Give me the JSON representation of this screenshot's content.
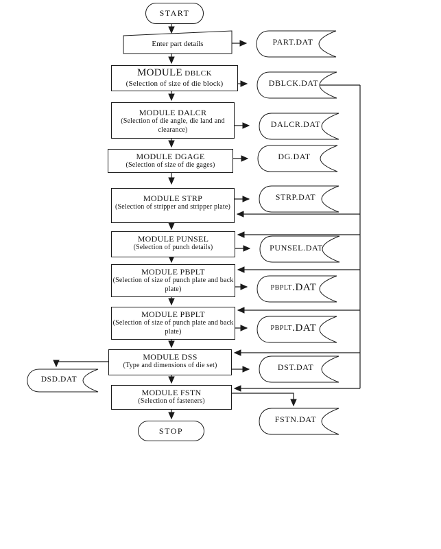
{
  "flowchart": {
    "start_label": "START",
    "stop_label": "STOP",
    "input_step": {
      "label": "Enter part details"
    },
    "modules": [
      {
        "word": "MODULE",
        "code": "DBLCK",
        "caption": "(Selection of size of die block)"
      },
      {
        "title": "MODULE DALCR",
        "caption": "(Selection of die angle, die land and clearance)"
      },
      {
        "title": "MODULE DGAGE",
        "caption": "(Selection of size of die gages)"
      },
      {
        "title": "MODULE STRP",
        "caption": "(Selection of stripper and stripper plate)"
      },
      {
        "title": "MODULE PUNSEL",
        "caption": "(Selection of punch details)"
      },
      {
        "title": "MODULE PBPLT",
        "caption": "(Selection of size of punch plate and back plate)"
      },
      {
        "title": "MODULE PBPLT",
        "caption": "(Selection of size of punch plate and back plate)"
      },
      {
        "title": "MODULE DSS",
        "caption": "(Type and dimensions of die set)"
      },
      {
        "title": "MODULE FSTN",
        "caption": "(Selection of fasteners)"
      }
    ],
    "data_files": [
      {
        "label": "PART.DAT"
      },
      {
        "label": "DBLCK.DAT"
      },
      {
        "label": "DALCR.DAT"
      },
      {
        "label": "DG.DAT"
      },
      {
        "label": "STRP.DAT"
      },
      {
        "label": "PUNSEL.DAT"
      },
      {
        "name": "PBPLT",
        "ext": ".DAT"
      },
      {
        "name": "PBPLT",
        "ext": ".DAT"
      },
      {
        "label": "DST.DAT"
      },
      {
        "label": "FSTN.DAT"
      },
      {
        "label": "DSD.DAT"
      }
    ],
    "line_color": "#1a1a1a"
  }
}
